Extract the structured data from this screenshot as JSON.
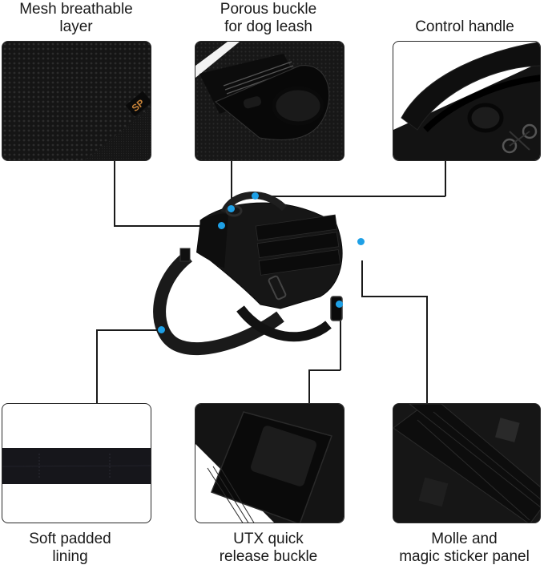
{
  "features": {
    "top": [
      {
        "id": "mesh",
        "label_line1": "Mesh breathable",
        "label_line2": "layer"
      },
      {
        "id": "buckle",
        "label_line1": "Porous buckle",
        "label_line2": "for dog leash"
      },
      {
        "id": "handle",
        "label_line1": "Control handle",
        "label_line2": ""
      }
    ],
    "bottom": [
      {
        "id": "lining",
        "label_line1": "Soft padded",
        "label_line2": "lining"
      },
      {
        "id": "utx",
        "label_line1": "UTX quick",
        "label_line2": "release buckle"
      },
      {
        "id": "molle",
        "label_line1": "Molle and",
        "label_line2": "magic sticker panel"
      }
    ]
  },
  "mesh_tag_text": "SP",
  "colors": {
    "callout_dot": "#1ea0e6",
    "line": "#1a1a1a",
    "product": "#141414"
  }
}
